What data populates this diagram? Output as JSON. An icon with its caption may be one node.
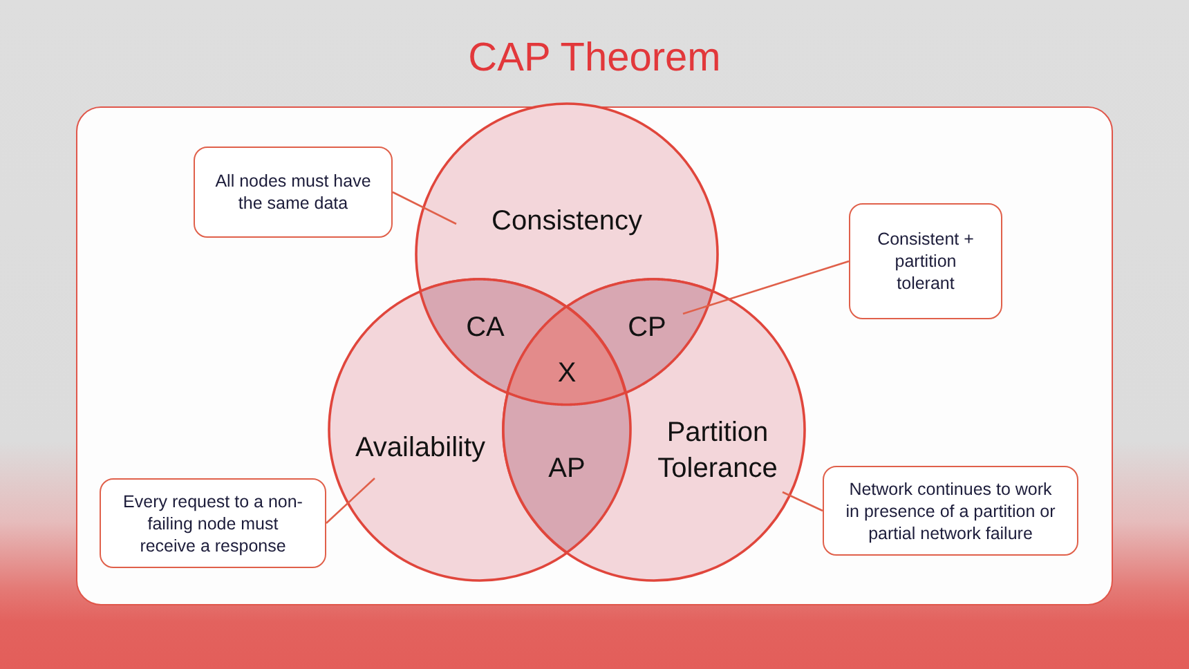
{
  "diagram": {
    "title": "CAP Theorem",
    "nodes": [
      {
        "text": [
          "Consistency"
        ]
      },
      {
        "text": [
          "Availability"
        ]
      },
      {
        "text": [
          "Partition Tolerance"
        ]
      },
      {
        "text": [
          "CA"
        ]
      },
      {
        "text": [
          "CP"
        ]
      },
      {
        "text": [
          "X"
        ]
      },
      {
        "text": [
          "AP"
        ]
      },
      {
        "text": [
          "All nodes must have the same data"
        ]
      },
      {
        "text": [
          "Consistent + partition tolerant"
        ]
      },
      {
        "text": [
          "Every request to a non-failing node must receive a response"
        ]
      },
      {
        "text": [
          "Network continues to work in presence of a partition or partial network failure"
        ]
      }
    ],
    "edges": [
      {
        "from": 7,
        "to": 0,
        "arrow": "none"
      },
      {
        "from": 8,
        "to": 4,
        "arrow": "none"
      },
      {
        "from": 9,
        "to": 1,
        "arrow": "none"
      },
      {
        "from": 10,
        "to": 2,
        "arrow": "none"
      }
    ]
  }
}
